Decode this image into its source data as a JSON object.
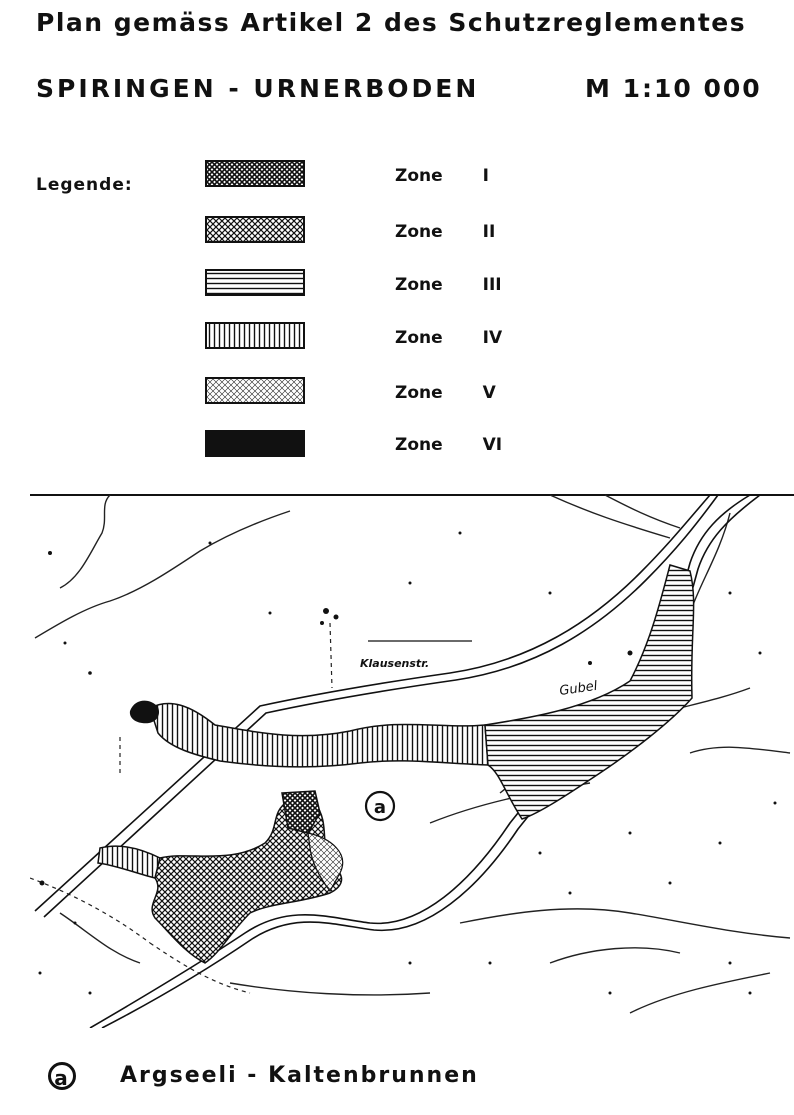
{
  "header": {
    "title": "Plan gemäss Artikel 2 des Schutzreglementes",
    "place": "SPIRINGEN  -  URNERBODEN",
    "scale": "M 1:10 000"
  },
  "legend": {
    "title": "Legende:",
    "zones": [
      {
        "label": "Zone",
        "numeral": "I",
        "pattern": "dense-crosshatch"
      },
      {
        "label": "Zone",
        "numeral": "II",
        "pattern": "crosshatch"
      },
      {
        "label": "Zone",
        "numeral": "III",
        "pattern": "horizontal-lines"
      },
      {
        "label": "Zone",
        "numeral": "IV",
        "pattern": "vertical-lines"
      },
      {
        "label": "Zone",
        "numeral": "V",
        "pattern": "light-crosshatch"
      },
      {
        "label": "Zone",
        "numeral": "VI",
        "pattern": "solid-black"
      }
    ]
  },
  "map": {
    "road_label": "Klausenstr.",
    "place_label": "Gubel",
    "area_marker": "a"
  },
  "caption": {
    "marker": "a",
    "text": "Argseeli  -  Kaltenbrunnen"
  }
}
